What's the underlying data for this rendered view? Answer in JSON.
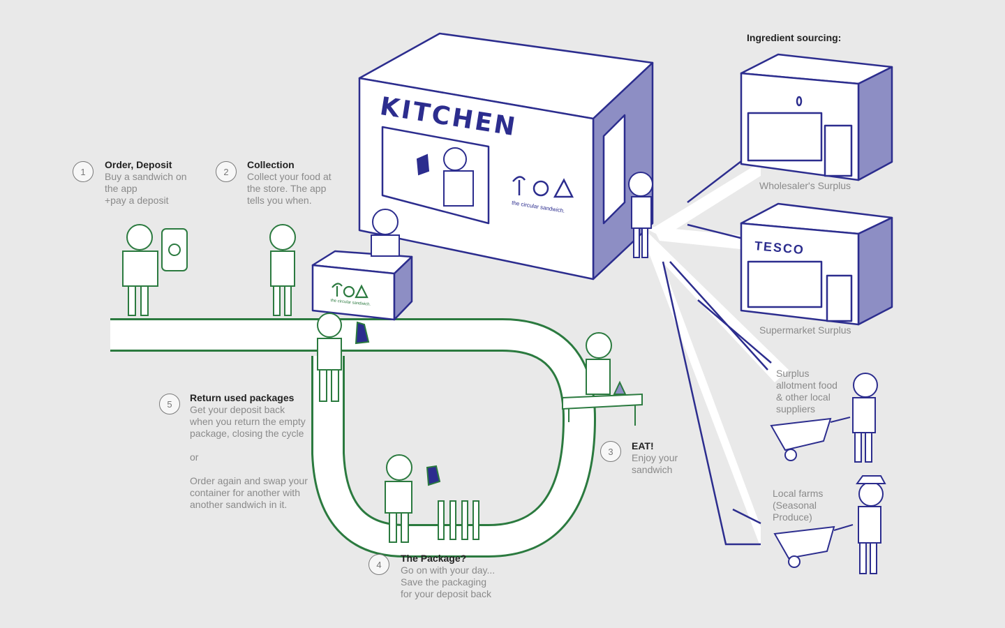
{
  "colors": {
    "green": "#2b7a3f",
    "blue": "#2c2d8e",
    "blueFill": "#8d8ec4",
    "road": "#ffffff",
    "bg": "#e9e9e9"
  },
  "kitchen": {
    "sign": "KITCHEN",
    "brand": "the circular sandwich."
  },
  "counter_brand": "the circular sandwich.",
  "sourcing": {
    "heading": "Ingredient sourcing:",
    "wholesaler": "Wholesaler's Surplus",
    "supermarket_sign": "TESCO",
    "supermarket": "Supermarket Surplus",
    "allotment": [
      "Surplus",
      "allotment food",
      "& other local",
      "suppliers"
    ],
    "farms": [
      "Local farms",
      "(Seasonal",
      "Produce)"
    ]
  },
  "steps": [
    {
      "num": "1",
      "title": "Order, Deposit",
      "lines": [
        "Buy a sandwich on",
        "the app",
        "+pay a deposit"
      ]
    },
    {
      "num": "2",
      "title": "Collection",
      "lines": [
        "Collect your food at",
        "the store. The app",
        "tells you when."
      ]
    },
    {
      "num": "3",
      "title": "EAT!",
      "lines": [
        "Enjoy your",
        "sandwich"
      ]
    },
    {
      "num": "4",
      "title": "The Package?",
      "lines": [
        "Go on with your day...",
        "Save the packaging",
        "for your deposit back"
      ]
    },
    {
      "num": "5",
      "title": "Return used packages",
      "lines": [
        "Get your deposit back",
        "when you return the empty",
        "package, closing the cycle",
        "",
        "or",
        "",
        "Order again and swap your",
        "container for another with",
        "another sandwich in it."
      ]
    }
  ]
}
